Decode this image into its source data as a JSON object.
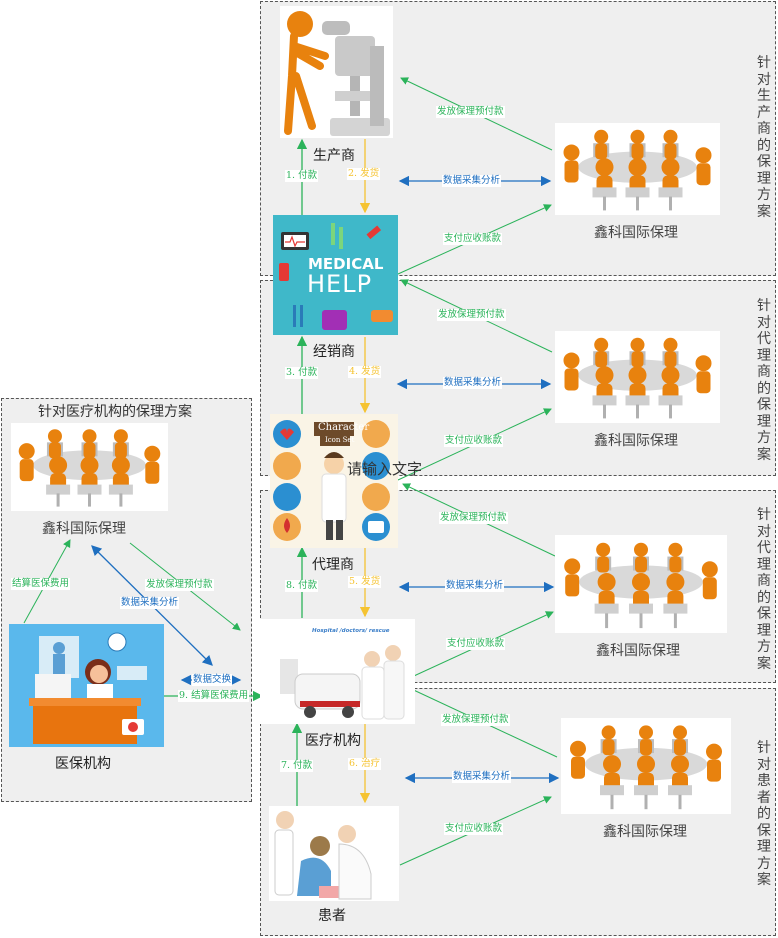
{
  "colors": {
    "green": "#2bb35a",
    "blue": "#1f6fc0",
    "yellow": "#f5c331",
    "panel_bg": "#efefef",
    "medical_teal": "#3fb8c9",
    "insurance_blue": "#5ab8ec",
    "figure_orange": "#e8820e"
  },
  "panels": {
    "manufacturer": {
      "title": "针对生产商的保理方案"
    },
    "distributor": {
      "title": "针对代理商的保理方案"
    },
    "agent": {
      "title": "针对代理商的保理方案"
    },
    "patient": {
      "title": "针对患者的保理方案"
    },
    "hospital": {
      "title": "针对医疗机构的保理方案"
    }
  },
  "nodes": {
    "manufacturer": {
      "label": "生产商",
      "icon": "scientist-microscope-icon"
    },
    "distributor": {
      "label": "经销商",
      "icon": "medical-help-icon",
      "image_text": [
        "MEDICAL",
        "HELP"
      ]
    },
    "agent": {
      "label": "代理商",
      "icon": "doctor-character-icon",
      "image_text": [
        "Character",
        "Icon Set"
      ]
    },
    "hospital": {
      "label": "医疗机构",
      "icon": "hospital-ambulance-icon",
      "image_text": "Hospital /doctors/ rescue"
    },
    "patient": {
      "label": "患者",
      "icon": "doctor-patient-icon"
    },
    "insurance": {
      "label": "医保机构",
      "icon": "insurance-doctor-desk-icon"
    }
  },
  "factor_label": "鑫科国际保理",
  "placeholder_text": "请输入文字",
  "edges": {
    "pay1": "1. 付款",
    "ship2": "2. 发货",
    "pay3": "3. 付款",
    "ship4": "4. 发货",
    "ship5": "5. 发货",
    "treat6": "6. 治疗",
    "pay7": "7. 付款",
    "pay8": "8. 付款",
    "settle9": "9. 结算医保费用",
    "advance": "发放保理预付款",
    "data": "数据采集分析",
    "receivable": "支付应收账款",
    "settle_insurance": "结算医保费用",
    "exchange": "数据交换"
  }
}
